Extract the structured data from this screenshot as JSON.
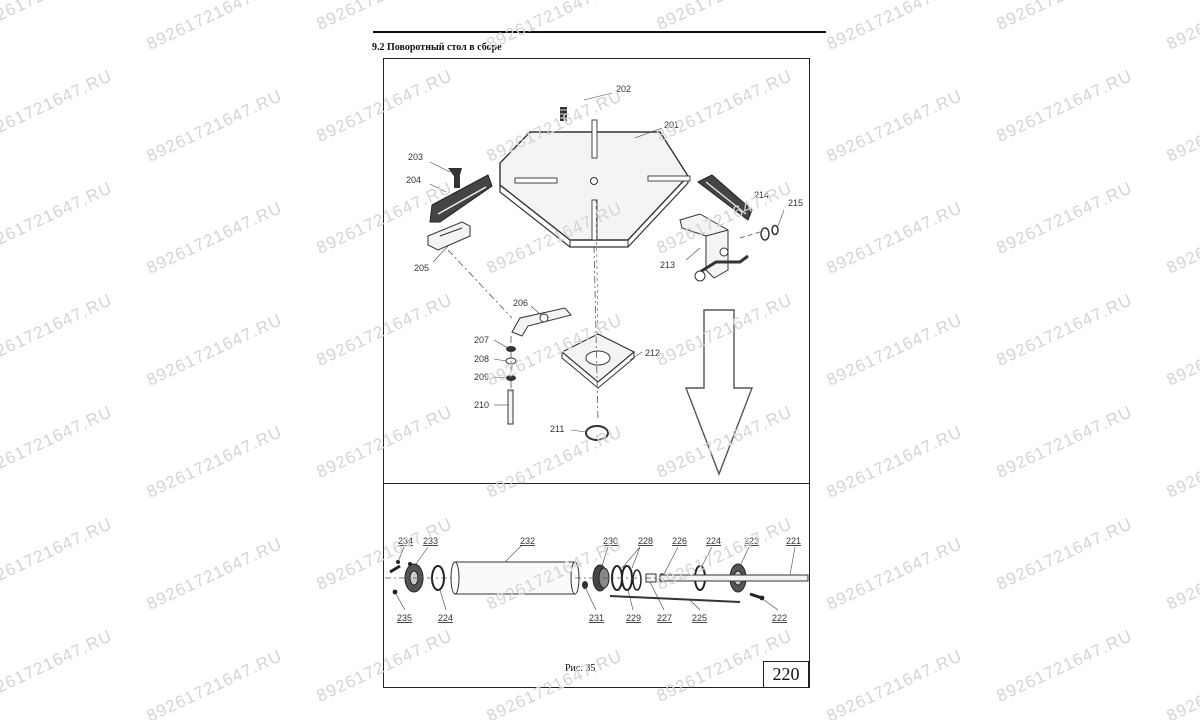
{
  "header": {
    "section_title": "9.2 Поворотный стол в сборе"
  },
  "figure": {
    "caption": "Рис. 35",
    "page_number": "220"
  },
  "watermark": {
    "text": "89261721647.RU",
    "color": "#d4d4d4"
  },
  "upper_assembly": {
    "labels": [
      "202",
      "201",
      "203",
      "204",
      "214",
      "215",
      "205",
      "213",
      "206",
      "207",
      "208",
      "209",
      "212",
      "210",
      "211"
    ]
  },
  "lower_assembly": {
    "labels": [
      "234",
      "233",
      "232",
      "230",
      "228",
      "226",
      "224",
      "223",
      "221",
      "235",
      "224",
      "231",
      "229",
      "227",
      "225",
      "222"
    ]
  }
}
